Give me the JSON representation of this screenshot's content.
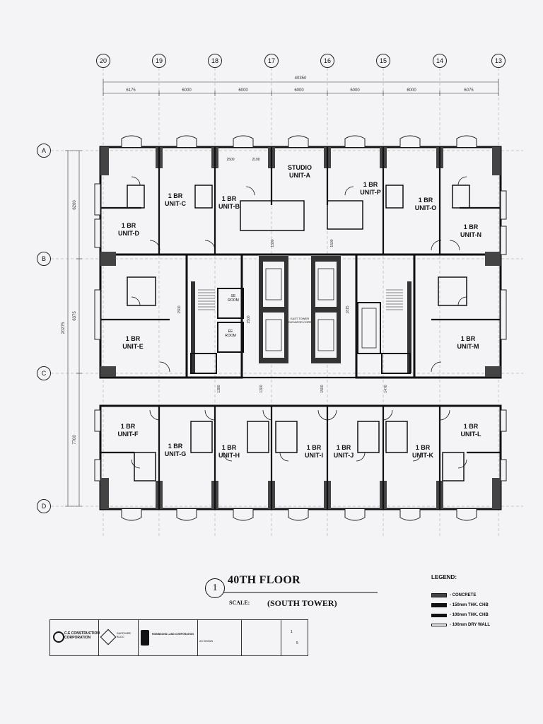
{
  "grid": {
    "columns": [
      "20",
      "19",
      "18",
      "17",
      "16",
      "15",
      "14",
      "13"
    ],
    "rows": [
      "A",
      "B",
      "C",
      "D"
    ],
    "overall_width": "40350",
    "column_spacings": [
      "6175",
      "6000",
      "6000",
      "6000",
      "6000",
      "6000",
      "6075"
    ],
    "overall_height": "20275",
    "row_spacings": [
      "6200",
      "6375",
      "7700"
    ]
  },
  "units": {
    "studio_a": "STUDIO\nUNIT-A",
    "unit_b": "1 BR\nUNIT-B",
    "unit_c": "1 BR\nUNIT-C",
    "unit_d": "1 BR\nUNIT-D",
    "unit_e": "1 BR\nUNIT-E",
    "unit_f": "1 BR\nUNIT-F",
    "unit_g": "1 BR\nUNIT-G",
    "unit_h": "1 BR\nUNIT-H",
    "unit_i": "1 BR\nUNIT-I",
    "unit_j": "1 BR\nUNIT-J",
    "unit_k": "1 BR\nUNIT-K",
    "unit_l": "1 BR\nUNIT-L",
    "unit_m": "1 BR\nUNIT-M",
    "unit_n": "1 BR\nUNIT-N",
    "unit_o": "1 BR\nUNIT-O",
    "unit_p": "1 BR\nUNIT-P"
  },
  "rooms": {
    "se_room": "SE\nROOM",
    "ee_room": "EE\nROOM",
    "east_tower": "EAST TOWER\nELEVATOR CORE"
  },
  "small_dims": {
    "d1": "2500",
    "d2": "2100",
    "d3": "1500",
    "d4": "1500",
    "d5": "1500",
    "d6": "1815",
    "d7": "1200",
    "d8": "1500",
    "d9": "1380",
    "d10": "1470",
    "d11": "1500"
  },
  "title": {
    "sheet_number": "1",
    "drawing_title": "40TH FLOOR",
    "scale_label": "SCALE:",
    "subtitle": "(SOUTH TOWER)"
  },
  "legend": {
    "title": "LEGEND:",
    "items": [
      {
        "label": "- CONCRETE",
        "color": "#444444"
      },
      {
        "label": "- 150mm THK. CHB",
        "color": "#111111"
      },
      {
        "label": "- 100mm THK. CHB",
        "color": "#111111"
      },
      {
        "label": "- 100mm DRY WALL",
        "color": "#f4f4f6"
      }
    ]
  },
  "title_strip": {
    "general_contractor": "C.E CONSTRUCTION\nCORPORATION",
    "project_title": "SAPPHIRE\nBLOC",
    "owner": "ROBINSONS LAND CORPORATION",
    "scale_value": "AS SHOWN",
    "sheet_no_top": "1",
    "sheet_no_bottom": "5"
  }
}
